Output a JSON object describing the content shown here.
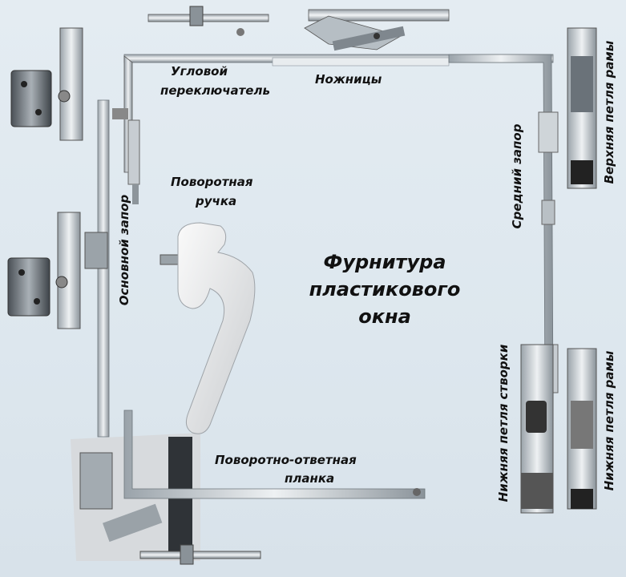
{
  "title": {
    "line1": "Фурнитура",
    "line2": "пластикового",
    "line3": "окна"
  },
  "labels": {
    "corner_switch_1": "Угловой",
    "corner_switch_2": "переключатель",
    "scissors": "Ножницы",
    "handle_1": "Поворотная",
    "handle_2": "ручка",
    "main_lock": "Основной запор",
    "middle_lock": "Средний запор",
    "upper_frame_hinge": "Верхняя петля рамы",
    "lower_sash_hinge": "Нижняя петля створки",
    "lower_frame_hinge": "Нижняя петля рамы",
    "strike_plate_1": "Поворотно-ответная",
    "strike_plate_2": "планка"
  }
}
